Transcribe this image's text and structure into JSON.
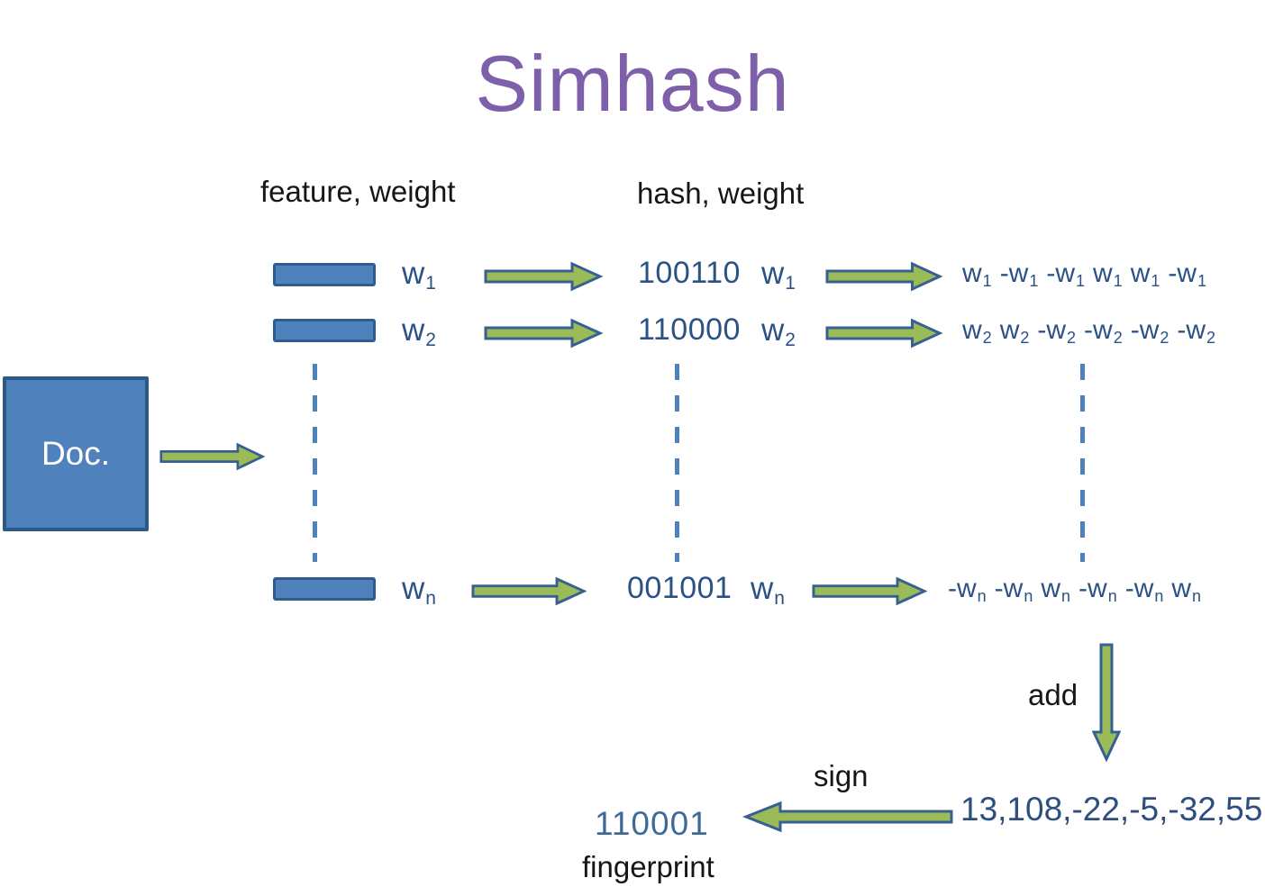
{
  "title": "Simhash",
  "headers": {
    "feature": "feature, weight",
    "hash": "hash, weight"
  },
  "doc": {
    "label": "Doc."
  },
  "rows": [
    {
      "weight": {
        "base": "w",
        "sub": "1"
      },
      "hash": "100110",
      "hash_weight": {
        "base": "w",
        "sub": "1"
      },
      "expr": [
        {
          "base": "w",
          "sub": "1"
        },
        {
          "base": "-w",
          "sub": "1"
        },
        {
          "base": "-w",
          "sub": "1"
        },
        {
          "base": "w",
          "sub": "1"
        },
        {
          "base": "w",
          "sub": "1"
        },
        {
          "base": "-w",
          "sub": "1"
        }
      ]
    },
    {
      "weight": {
        "base": "w",
        "sub": "2"
      },
      "hash": "110000",
      "hash_weight": {
        "base": "w",
        "sub": "2"
      },
      "expr": [
        {
          "base": "w",
          "sub": "2"
        },
        {
          "base": "w",
          "sub": "2"
        },
        {
          "base": "-w",
          "sub": "2"
        },
        {
          "base": "-w",
          "sub": "2"
        },
        {
          "base": "-w",
          "sub": "2"
        },
        {
          "base": "-w",
          "sub": "2"
        }
      ]
    },
    {
      "weight": {
        "base": "w",
        "sub": "n"
      },
      "hash": "001001",
      "hash_weight": {
        "base": "w",
        "sub": "n"
      },
      "expr": [
        {
          "base": "-w",
          "sub": "n"
        },
        {
          "base": "-w",
          "sub": "n"
        },
        {
          "base": "w",
          "sub": "n"
        },
        {
          "base": "-w",
          "sub": "n"
        },
        {
          "base": "-w",
          "sub": "n"
        },
        {
          "base": "w",
          "sub": "n"
        }
      ]
    }
  ],
  "add_label": "add",
  "sum_values": "13,108,-22,-5,-32,55",
  "sign_label": "sign",
  "fingerprint_value": "110001",
  "fingerprint_label": "fingerprint",
  "icons": {
    "doc_arrow": "block-arrow-right",
    "row_arrow": "block-arrow-right",
    "add_arrow": "block-arrow-down",
    "sign_arrow": "block-arrow-left"
  },
  "colors": {
    "title_purple": "#7d60a9",
    "box_blue": "#4f81bd",
    "box_border_blue": "#2e5984",
    "text_blue": "#2b5185",
    "sum_blue": "#2e4e7e",
    "fingerprint_blue": "#3e6a99",
    "arrow_green": "#9bbb59",
    "arrow_border_blue": "#376092",
    "dash_blue": "#4f81bd"
  }
}
